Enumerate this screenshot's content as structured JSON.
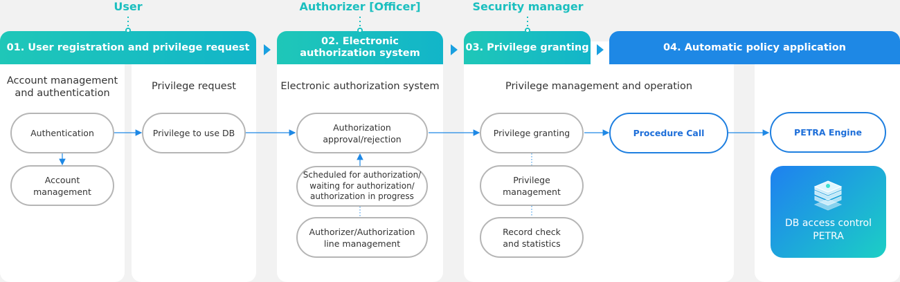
{
  "actors": {
    "user": "User",
    "authorizer": "Authorizer [Officer]",
    "security": "Security manager"
  },
  "stages": {
    "s1": "01. User registration and privilege request",
    "s2": "02. Electronic authorization system",
    "s3": "03. Privilege granting",
    "s4": "04. Automatic policy application"
  },
  "columns": {
    "account": "Account management and authentication",
    "privreq": "Privilege request",
    "eauth": "Electronic authorization system",
    "privmgmt": "Privilege management and operation"
  },
  "nodes": {
    "authentication": "Authentication",
    "account_management": "Account management",
    "privilege_db": "Privilege to use DB",
    "approval": "Authorization approval/rejection",
    "scheduled": "Scheduled for authorization/ waiting for authorization/ authorization in progress",
    "line_mgmt": "Authorizer/Authorization line management",
    "granting": "Privilege granting",
    "priv_management": "Privilege management",
    "record": "Record check and statistics",
    "procedure": "Procedure Call",
    "engine": "PETRA Engine",
    "db_access": "DB access control PETRA"
  },
  "colors": {
    "teal": "#1fc7b8",
    "blue": "#1e88e5",
    "connector": "#1e88e5"
  },
  "icons": {
    "stage_arrow": "chevron-right-icon",
    "product": "database-stack-icon"
  }
}
